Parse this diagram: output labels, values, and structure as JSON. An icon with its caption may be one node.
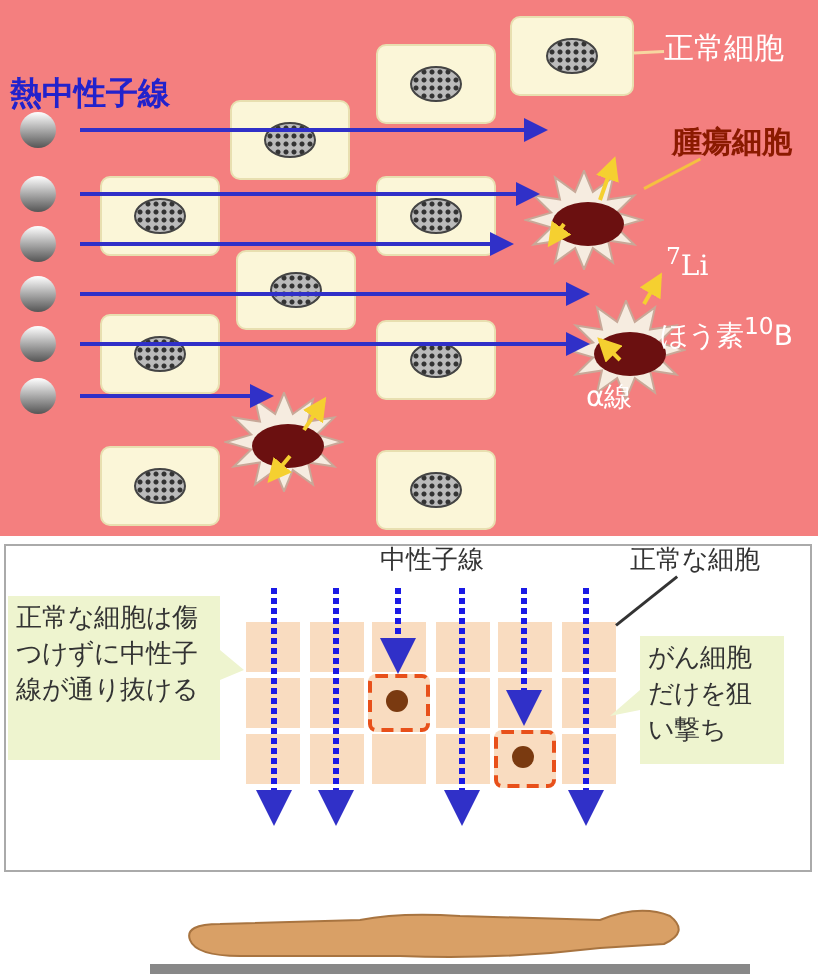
{
  "diagram": {
    "nodes": [
      {
        "text": [
          "正常細胞"
        ]
      },
      {
        "text": [],
        "shape": "box"
      },
      {
        "text": [
          "腫瘍細胞"
        ]
      },
      {
        "text": [],
        "shape": "picture"
      },
      {
        "text": [
          "正常な細胞"
        ]
      },
      {
        "text": [],
        "shape": "box"
      },
      {
        "text": [
          "正常な細胞は傷つけずに中性子線が通り抜ける"
        ]
      },
      {
        "text": [
          "がん細胞だけを狙い撃ち"
        ]
      }
    ],
    "edges": [
      {
        "from": 0,
        "to": 1,
        "arrow": "none",
        "color": "#f7d6a0"
      },
      {
        "from": 2,
        "to": 3,
        "arrow": "none",
        "color": "#f5c040"
      },
      {
        "from": 4,
        "to": 5,
        "arrow": "none",
        "color": "#333333"
      }
    ],
    "labels": [
      "熱中性子線",
      "$^{7}$Li",
      "ほう素$^{10}$B",
      "α線",
      "中性子線"
    ]
  }
}
